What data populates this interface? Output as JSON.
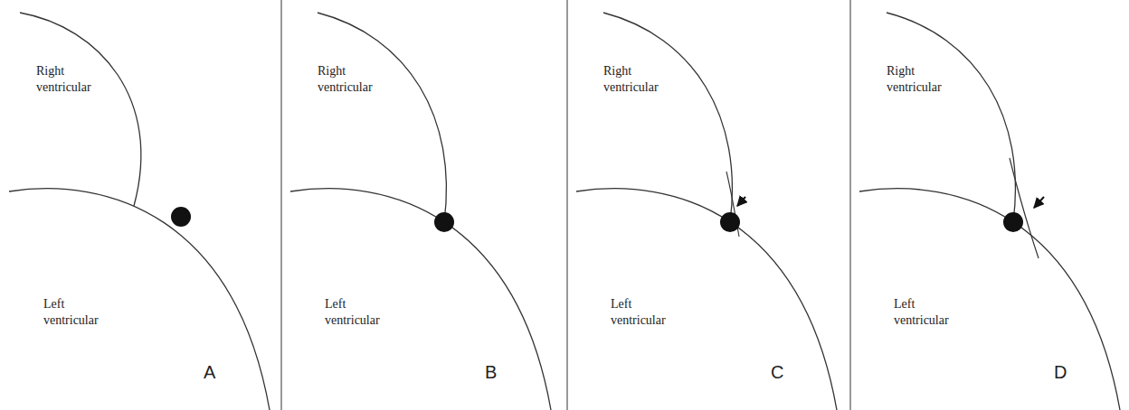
{
  "diagram": {
    "labels": [
      "Right ventricular",
      "Left ventricular",
      "A",
      "Right ventricular",
      "Left ventricular",
      "B",
      "Right ventricular",
      "Left ventricular",
      "C",
      "Right ventricular",
      "Left ventricular",
      "D"
    ]
  }
}
